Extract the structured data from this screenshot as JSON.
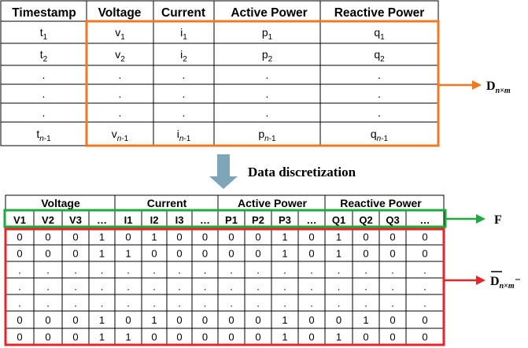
{
  "top_table": {
    "headers": [
      "Timestamp",
      "Voltage",
      "Current",
      "Active Power",
      "Reactive Power"
    ],
    "rows": [
      [
        {
          "b": "t",
          "s": "1"
        },
        {
          "b": "v",
          "s": "1"
        },
        {
          "b": "i",
          "s": "1"
        },
        {
          "b": "p",
          "s": "1"
        },
        {
          "b": "q",
          "s": "1"
        }
      ],
      [
        {
          "b": "t",
          "s": "2"
        },
        {
          "b": "v",
          "s": "2"
        },
        {
          "b": "i",
          "s": "2"
        },
        {
          "b": "p",
          "s": "2"
        },
        {
          "b": "q",
          "s": "2"
        }
      ],
      [
        {
          "b": ".",
          "s": ""
        },
        {
          "b": ".",
          "s": ""
        },
        {
          "b": ".",
          "s": ""
        },
        {
          "b": ".",
          "s": ""
        },
        {
          "b": ".",
          "s": ""
        }
      ],
      [
        {
          "b": ".",
          "s": ""
        },
        {
          "b": ".",
          "s": ""
        },
        {
          "b": ".",
          "s": ""
        },
        {
          "b": ".",
          "s": ""
        },
        {
          "b": ".",
          "s": ""
        }
      ],
      [
        {
          "b": ".",
          "s": ""
        },
        {
          "b": ".",
          "s": ""
        },
        {
          "b": ".",
          "s": ""
        },
        {
          "b": ".",
          "s": ""
        },
        {
          "b": ".",
          "s": ""
        }
      ],
      [
        {
          "b": "t",
          "s": "n-1"
        },
        {
          "b": "v",
          "s": "n-1"
        },
        {
          "b": "i",
          "s": "n-1"
        },
        {
          "b": "p",
          "s": "n-1"
        },
        {
          "b": "q",
          "s": "n-1"
        }
      ]
    ],
    "outline_color": "#f07820"
  },
  "label_D": {
    "main": "D",
    "sub": "n×m"
  },
  "arrow_label": "Data discretization",
  "arrow_color": "#7fa6b8",
  "bottom_table": {
    "groups": [
      "Voltage",
      "Current",
      "Active Power",
      "Reactive Power"
    ],
    "subheaders": [
      "V1",
      "V2",
      "V3",
      "…",
      "I1",
      "I2",
      "I3",
      "…",
      "P1",
      "P2",
      "P3",
      "…",
      "Q1",
      "Q2",
      "Q3",
      "…"
    ],
    "rows": [
      [
        "0",
        "0",
        "0",
        "1",
        "0",
        "1",
        "0",
        "0",
        "0",
        "0",
        "1",
        "0",
        "1",
        "0",
        "0",
        "0"
      ],
      [
        "0",
        "0",
        "0",
        "1",
        "1",
        "0",
        "0",
        "0",
        "0",
        "0",
        "1",
        "0",
        "1",
        "0",
        "0",
        "0"
      ],
      [
        ".",
        ".",
        ".",
        ".",
        ".",
        ".",
        ".",
        ".",
        ".",
        ".",
        ".",
        ".",
        ".",
        ".",
        ".",
        "."
      ],
      [
        ".",
        ".",
        ".",
        ".",
        ".",
        ".",
        ".",
        ".",
        ".",
        ".",
        ".",
        ".",
        ".",
        ".",
        ".",
        "."
      ],
      [
        ".",
        ".",
        ".",
        ".",
        ".",
        ".",
        ".",
        ".",
        ".",
        ".",
        ".",
        ".",
        ".",
        ".",
        ".",
        "."
      ],
      [
        "0",
        "0",
        "0",
        "1",
        "0",
        "1",
        "0",
        "0",
        "0",
        "0",
        "1",
        "0",
        "0",
        "1",
        "0",
        "0"
      ],
      [
        "0",
        "0",
        "0",
        "1",
        "1",
        "0",
        "0",
        "0",
        "0",
        "0",
        "1",
        "0",
        "1",
        "0",
        "0",
        "0"
      ]
    ],
    "subheader_outline_color": "#1faa3c",
    "data_outline_color": "#e8242a"
  },
  "label_F": "F",
  "label_Dbar": {
    "main": "D",
    "sub_n": "n",
    "sub_x": "×",
    "sub_m": "m"
  }
}
